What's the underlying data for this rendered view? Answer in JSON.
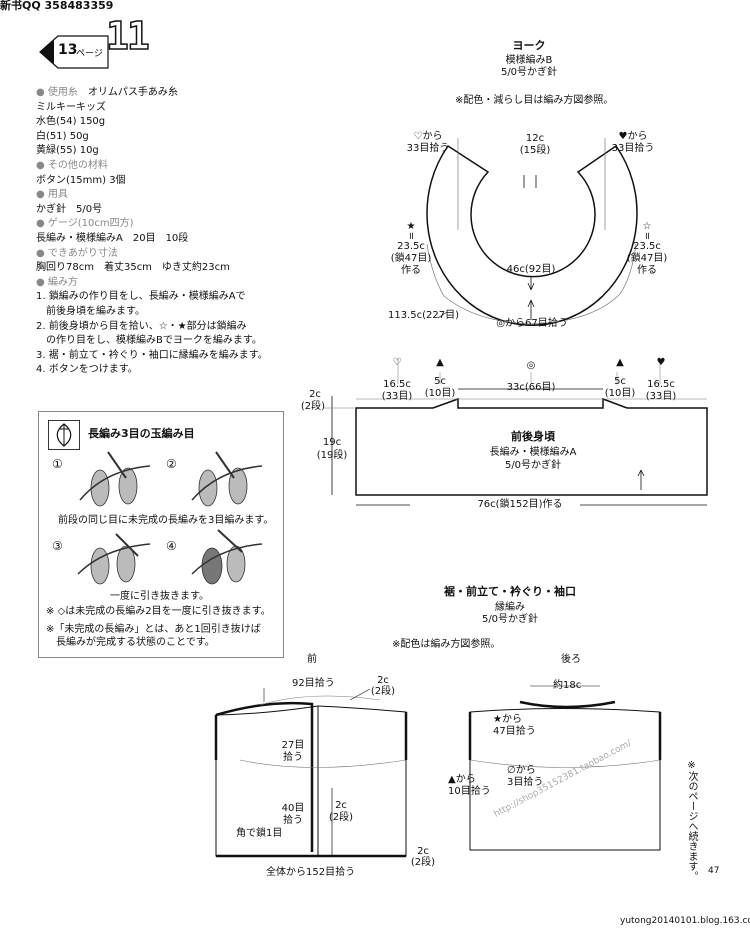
{
  "header": {
    "text": "新书QQ 358483359"
  },
  "page_badge": {
    "number": "13",
    "word": "ページ",
    "pattern_no": "11"
  },
  "instructions": [
    {
      "text": "● 使用糸",
      "value": "オリムパス手あみ糸",
      "section": true
    },
    {
      "text": "ミルキーキッズ"
    },
    {
      "text": "水色(54) 150g"
    },
    {
      "text": "白(51) 50g"
    },
    {
      "text": "黄緑(55) 10g"
    },
    {
      "text": "● その他の材料",
      "section": true
    },
    {
      "text": "ボタン(15mm) 3個"
    },
    {
      "text": "● 用具",
      "section": true
    },
    {
      "text": "かぎ針　5/0号"
    },
    {
      "text": "● ゲージ(10cm四方)",
      "section": true
    },
    {
      "text": "長編み・模様編みA　20目　10段"
    },
    {
      "text": "● できあがり寸法",
      "section": true
    },
    {
      "text": "胸回り78cm　着丈35cm　ゆき丈約23cm"
    },
    {
      "text": "● 編み方",
      "section": true
    },
    {
      "text": "1. 鎖編みの作り目をし、長編み・模様編みAで"
    },
    {
      "text": "前後身頃を編みます。",
      "indent": true
    },
    {
      "text": "2. 前後身頃から目を拾い、☆・★部分は鎖編み"
    },
    {
      "text": "の作り目をし、模様編みBでヨークを編みます。",
      "indent": true
    },
    {
      "text": "3. 裾・前立て・衿ぐり・袖口に縁編みを編みます。"
    },
    {
      "text": "4. ボタンをつけます。"
    }
  ],
  "stitch_box": {
    "title": "長編み3目の玉編み目",
    "steps": [
      "①",
      "②",
      "③",
      "④"
    ],
    "caption1": "前段の同じ目に未完成の長編みを3目編みます。",
    "caption2": "一度に引き抜きます。",
    "note1": "※ ◇は未完成の長編み2目を一度に引き抜きます。",
    "note2a": "※「未完成の長編み」とは、あと1回引き抜けば",
    "note2b": "長編みが完成する状態のことです。"
  },
  "yoke": {
    "title": "ヨーク",
    "sub1": "模様編みB",
    "sub2": "5/0号かぎ針",
    "note": "※配色・減らし目は編み方図参照。",
    "left_top": "♡から",
    "left_top2": "33目拾う",
    "right_top": "♥から",
    "right_top2": "33目拾う",
    "center_top": "12c",
    "center_top2": "(15段)",
    "left_star": "★",
    "left_eq": "॥",
    "left_len": "23.5c",
    "left_chain": "(鎖47目)",
    "left_make": "作る",
    "right_star": "☆",
    "right_eq": "॥",
    "right_len": "23.5c",
    "right_chain": "(鎖47目)",
    "right_make": "作る",
    "inner": "46c(92目)",
    "outer": "113.5c(227目)",
    "bottom": "◎から67目拾う"
  },
  "body_panel": {
    "title": "前後身頃",
    "sub1": "長編み・模様編みA",
    "sub2": "5/0号かぎ針",
    "top_labels": [
      {
        "sym": "♡",
        "len": "16.5c",
        "sts": "(33目)"
      },
      {
        "sym": "▲",
        "len": "5c",
        "sts": "(10目)"
      },
      {
        "sym": "◎",
        "len": "33c(66目)",
        "sts": ""
      },
      {
        "sym": "▲",
        "len": "5c",
        "sts": "(10目)"
      },
      {
        "sym": "♥",
        "len": "16.5c",
        "sts": "(33目)"
      }
    ],
    "left_top": "2c",
    "left_top2": "(2段)",
    "height": "19c",
    "height2": "(19段)",
    "bottom": "76c(鎖152目)作る"
  },
  "edge": {
    "title": "裾・前立て・衿ぐり・袖口",
    "sub1": "縁編み",
    "sub2": "5/0号かぎ針",
    "note": "※配色は編み方図参照。",
    "front": "前",
    "back": "後ろ",
    "f_neck": "92目拾う",
    "f_c1": "2c",
    "f_c1b": "(2段)",
    "f_27": "27目",
    "f_27b": "拾う",
    "f_40": "40目",
    "f_40b": "拾う",
    "f_c2": "2c",
    "f_c2b": "(2段)",
    "f_corner": "角で鎖1目",
    "f_c3": "2c",
    "f_c3b": "(2段)",
    "f_all": "全体から152目拾う",
    "b_neck": "約18c",
    "b_star": "★から",
    "b_star2": "47目拾う",
    "b_empty": "∅から",
    "b_empty2": "3目拾う",
    "b_tri": "▲から",
    "b_tri2": "10目拾う"
  },
  "side_note": "※次のページへ続きます。",
  "watermark": "http://shop35152381.taobao.com/",
  "page_number": "47",
  "footer": "yutong20140101.blog.163.com"
}
